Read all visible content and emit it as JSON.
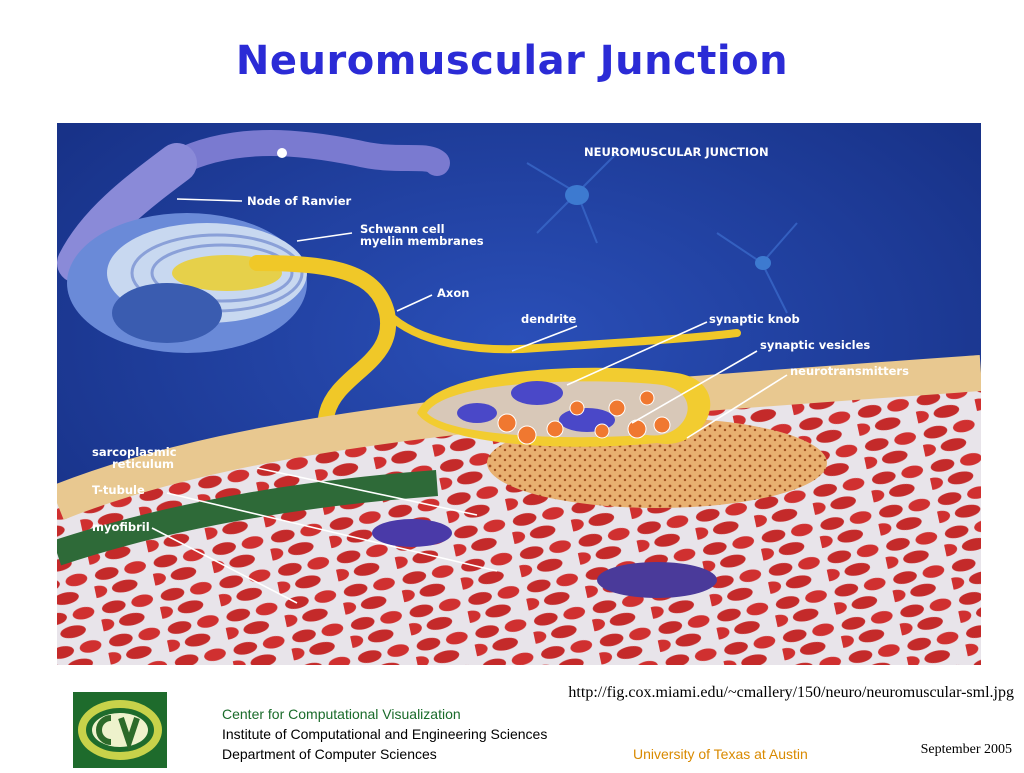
{
  "slide": {
    "title": "Neuromuscular Junction",
    "source_url": "http://fig.cox.miami.edu/~cmallery/150/neuro/neuromuscular-sml.jpg",
    "date": "September  2005"
  },
  "figure": {
    "heading": "NEUROMUSCULAR  JUNCTION",
    "labels": {
      "node_of_ranvier": "Node of Ranvier",
      "schwann_cell": "Schwann cell",
      "myelin_membranes": "myelin membranes",
      "axon": "Axon",
      "dendrite": "dendrite",
      "synaptic_knob": "synaptic knob",
      "synaptic_vesicles": "synaptic vesicles",
      "neurotransmitters": "neurotransmitters",
      "sarcoplasmic": "sarcoplasmic",
      "reticulum": "reticulum",
      "t_tubule": "T-tubule",
      "myofibril": "myofibril"
    }
  },
  "footer": {
    "line1": "Center for Computational Visualization",
    "line2": "Institute of Computational and Engineering Sciences",
    "line3": "Department of Computer Sciences",
    "university": "University of Texas at Austin"
  },
  "colors": {
    "title": "#2b2bd6",
    "footer_green": "#1a6b2a",
    "footer_orange": "#d98a00",
    "figure_background": "#1c3a98"
  }
}
